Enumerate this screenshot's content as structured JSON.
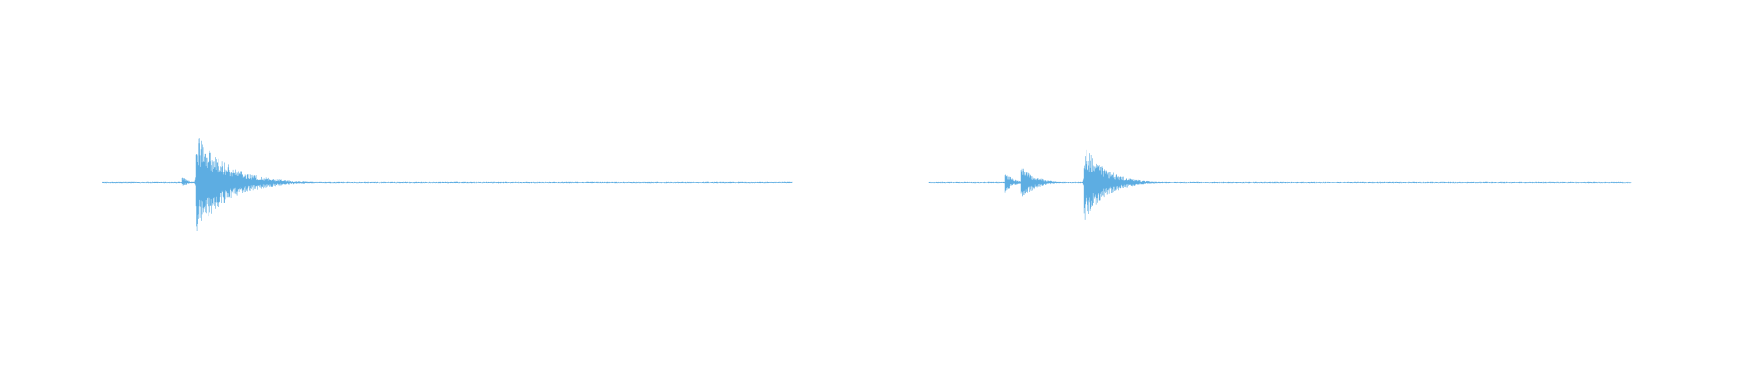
{
  "colors": {
    "background": "#ffffff",
    "waveform": "#5dade2"
  },
  "chart_data": [
    {
      "type": "area",
      "title": "",
      "xlabel": "",
      "ylabel": "",
      "grid": false,
      "axes_visible": false,
      "ylim": [
        -1.0,
        1.0
      ],
      "xlim": [
        0.0,
        1.0
      ],
      "series": [
        {
          "noise_floor": 0.018,
          "events": [
            {
              "t": 0.115,
              "peak_up": 0.12,
              "peak_down": 0.1,
              "decay": 0.01
            },
            {
              "t": 0.135,
              "peak_up": 1.0,
              "peak_down": 1.0,
              "decay": 0.045
            }
          ]
        }
      ]
    },
    {
      "type": "area",
      "title": "",
      "xlabel": "",
      "ylabel": "",
      "grid": false,
      "axes_visible": false,
      "ylim": [
        -1.0,
        1.0
      ],
      "xlim": [
        0.0,
        1.0
      ],
      "series": [
        {
          "noise_floor": 0.018,
          "events": [
            {
              "t": 0.108,
              "peak_up": 0.22,
              "peak_down": 0.2,
              "decay": 0.012
            },
            {
              "t": 0.13,
              "peak_up": 0.36,
              "peak_down": 0.36,
              "decay": 0.02
            },
            {
              "t": 0.22,
              "peak_up": 0.8,
              "peak_down": 0.82,
              "decay": 0.03
            },
            {
              "t": 0.285,
              "peak_up": 0.09,
              "peak_down": 0.09,
              "decay": 0.02
            }
          ]
        }
      ]
    }
  ]
}
